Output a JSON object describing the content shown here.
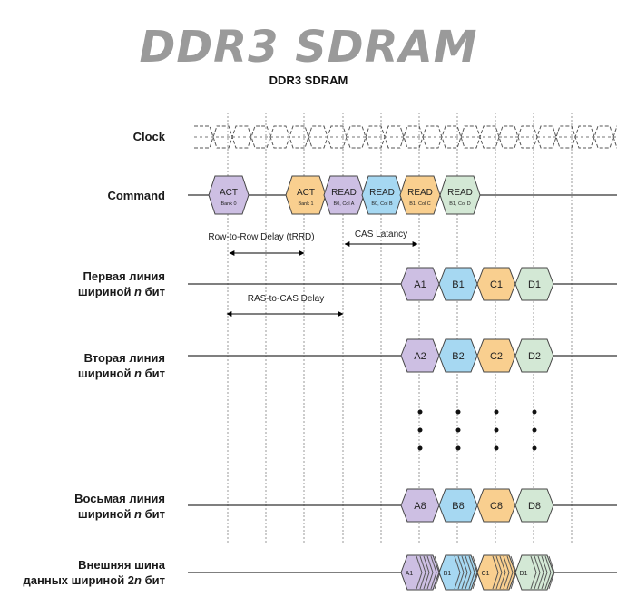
{
  "header": {
    "title": "DDR3 SDRAM",
    "subtitle": "DDR3 SDRAM"
  },
  "rows": {
    "clock": "Clock",
    "command": "Command",
    "line1": [
      "Первая линия",
      "шириной ",
      "n",
      " бит"
    ],
    "line2": [
      "Вторая линия",
      "шириной ",
      "n",
      " бит"
    ],
    "line8": [
      "Восьмая линия",
      "шириной ",
      "n",
      " бит"
    ],
    "bus": [
      "Внешняя шина",
      "данных шириной 2",
      "n",
      " бит"
    ]
  },
  "commands": [
    {
      "label": "ACT",
      "sub": "Bank 0",
      "color": "#cdbfe3"
    },
    {
      "label": "ACT",
      "sub": "Bank 1",
      "color": "#f9cf8f"
    },
    {
      "label": "READ",
      "sub": "B0, Col A",
      "color": "#cdbfe3"
    },
    {
      "label": "READ",
      "sub": "B0, Col B",
      "color": "#a6d8f2"
    },
    {
      "label": "READ",
      "sub": "B1, Col C",
      "color": "#f9cf8f"
    },
    {
      "label": "READ",
      "sub": "B1, Col D",
      "color": "#d3e8d5"
    }
  ],
  "timing": {
    "row_to_row": "Row-to-Row Delay (tRRD)",
    "cas_latency": "CAS Latancy",
    "ras_to_cas": "RAS-to-CAS Delay"
  },
  "data_lines": {
    "line1": [
      "A1",
      "B1",
      "C1",
      "D1"
    ],
    "line2": [
      "A2",
      "B2",
      "C2",
      "D2"
    ],
    "line8": [
      "A8",
      "B8",
      "C8",
      "D8"
    ],
    "bus": [
      "A1",
      "B1",
      "C1",
      "D1"
    ]
  },
  "colors": {
    "purple": "#cdbfe3",
    "blue": "#a6d8f2",
    "orange": "#f9cf8f",
    "green": "#d3e8d5",
    "title_gray": "#9a9a9a"
  }
}
